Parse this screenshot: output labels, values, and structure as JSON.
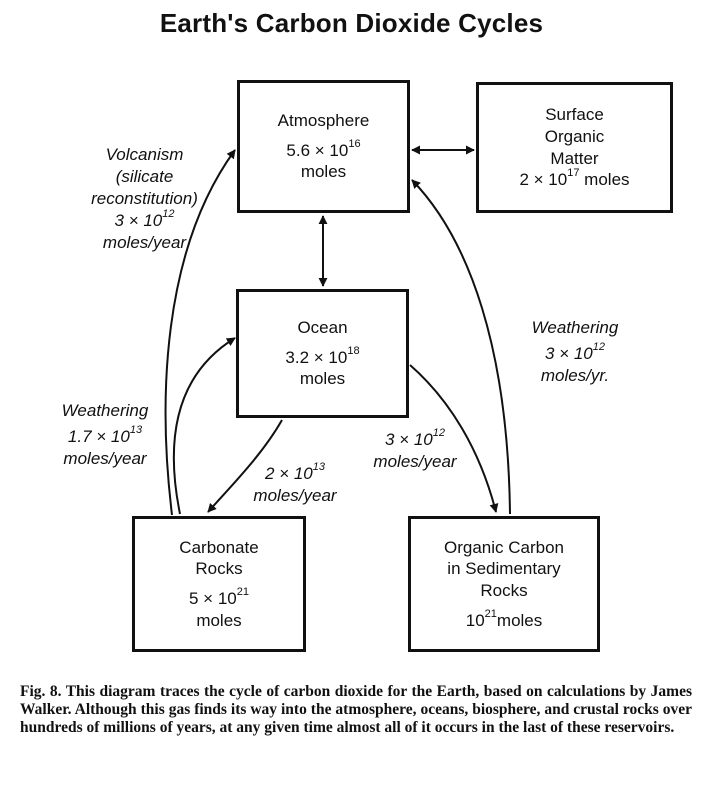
{
  "title": "Earth's Carbon Dioxide Cycles",
  "boxes": {
    "atmosphere": {
      "name": "Atmosphere",
      "amount": "5.6 × 10",
      "exp": "16",
      "unit": "moles"
    },
    "surface": {
      "line1": "Surface",
      "line2": "Organic",
      "line3": "Matter",
      "amount": "2 × 10",
      "exp": "17",
      "unit": " moles"
    },
    "ocean": {
      "name": "Ocean",
      "amount": "3.2 × 10",
      "exp": "18",
      "unit": "moles"
    },
    "carbonate": {
      "line1": "Carbonate",
      "line2": "Rocks",
      "amount": "5 × 10",
      "exp": "21",
      "unit": "moles"
    },
    "organic": {
      "line1": "Organic Carbon",
      "line2": "in Sedimentary",
      "line3": "Rocks",
      "amount": "10",
      "exp": "21",
      "unit": "moles"
    }
  },
  "flows": {
    "volcanism": {
      "line1": "Volcanism",
      "line2": "(silicate",
      "line3": "reconstitution)",
      "rate": "3 × 10",
      "exp": "12",
      "unit": "moles/year"
    },
    "weathering_left": {
      "line1": "Weathering",
      "rate": "1.7 × 10",
      "exp": "13",
      "unit": "moles/year"
    },
    "ocean_to_carbonate": {
      "rate": "2 × 10",
      "exp": "13",
      "unit": "moles/year"
    },
    "ocean_to_organic": {
      "rate": "3 × 10",
      "exp": "12",
      "unit": "moles/year"
    },
    "weathering_right": {
      "line1": "Weathering",
      "rate": "3 × 10",
      "exp": "12",
      "unit": "moles/yr."
    }
  },
  "caption": "Fig. 8. This diagram traces the cycle of carbon dioxide for the Earth, based on calculations by James Walker. Although this gas finds its way into the atmosphere, oceans, biosphere, and crustal rocks over hundreds of millions of years, at any given time almost all of it occurs in the last of these reservoirs."
}
